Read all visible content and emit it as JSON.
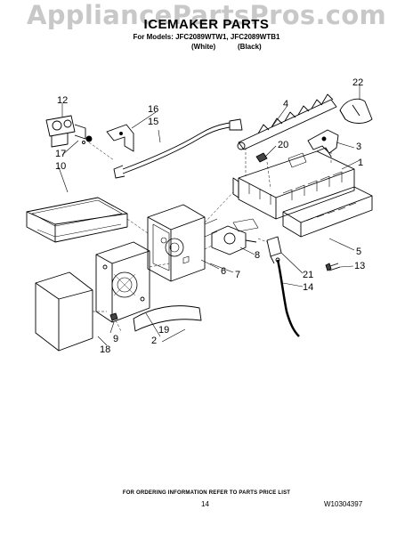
{
  "watermark": "AppliancePartsPros.com",
  "title": "ICEMAKER PARTS",
  "models_line": "For Models: JFC2089WTW1, JFC2089WTB1",
  "variants": [
    "(White)",
    "(Black)"
  ],
  "callouts": [
    "1",
    "2",
    "3",
    "4",
    "5",
    "6",
    "7",
    "8",
    "9",
    "10",
    "12",
    "13",
    "14",
    "15",
    "16",
    "17",
    "18",
    "19",
    "20",
    "21",
    "22"
  ],
  "footer": {
    "note": "FOR ORDERING INFORMATION REFER TO PARTS PRICE LIST",
    "page_number": "14",
    "doc_code": "W10304397"
  }
}
